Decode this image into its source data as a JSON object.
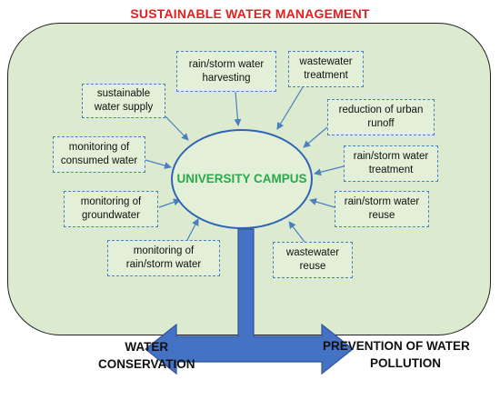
{
  "title": "SUSTAINABLE WATER MANAGEMENT",
  "colors": {
    "title": "#e02020",
    "panel_fill": "#dcebd0",
    "center_fill": "#e3efd6",
    "center_text": "#2aa84a",
    "accent_blue": "#4472c4"
  },
  "center": {
    "line1": "UNIVERSITY",
    "line2": "CAMPUS"
  },
  "nodes": [
    {
      "id": "rain-harvesting",
      "line1": "rain/storm water",
      "line2": "harvesting"
    },
    {
      "id": "wastewater-treatment",
      "line1": "wastewater",
      "line2": "treatment"
    },
    {
      "id": "sustainable-supply",
      "line1": "sustainable",
      "line2": "water supply"
    },
    {
      "id": "urban-runoff",
      "line1": "reduction of urban",
      "line2": "runoff"
    },
    {
      "id": "consumed-water",
      "line1": "monitoring of",
      "line2": "consumed water"
    },
    {
      "id": "rain-treatment",
      "line1": "rain/storm water",
      "line2": "treatment"
    },
    {
      "id": "groundwater",
      "line1": "monitoring of",
      "line2": "groundwater"
    },
    {
      "id": "rain-reuse",
      "line1": "rain/storm water",
      "line2": "reuse"
    },
    {
      "id": "rain-monitoring",
      "line1": "monitoring of",
      "line2": "rain/storm water"
    },
    {
      "id": "wastewater-reuse",
      "line1": "wastewater",
      "line2": "reuse"
    }
  ],
  "outcomes": {
    "left": {
      "line1": "WATER",
      "line2": "CONSERVATION"
    },
    "right": {
      "line1": "PREVENTION OF WATER",
      "line2": "POLLUTION"
    }
  }
}
